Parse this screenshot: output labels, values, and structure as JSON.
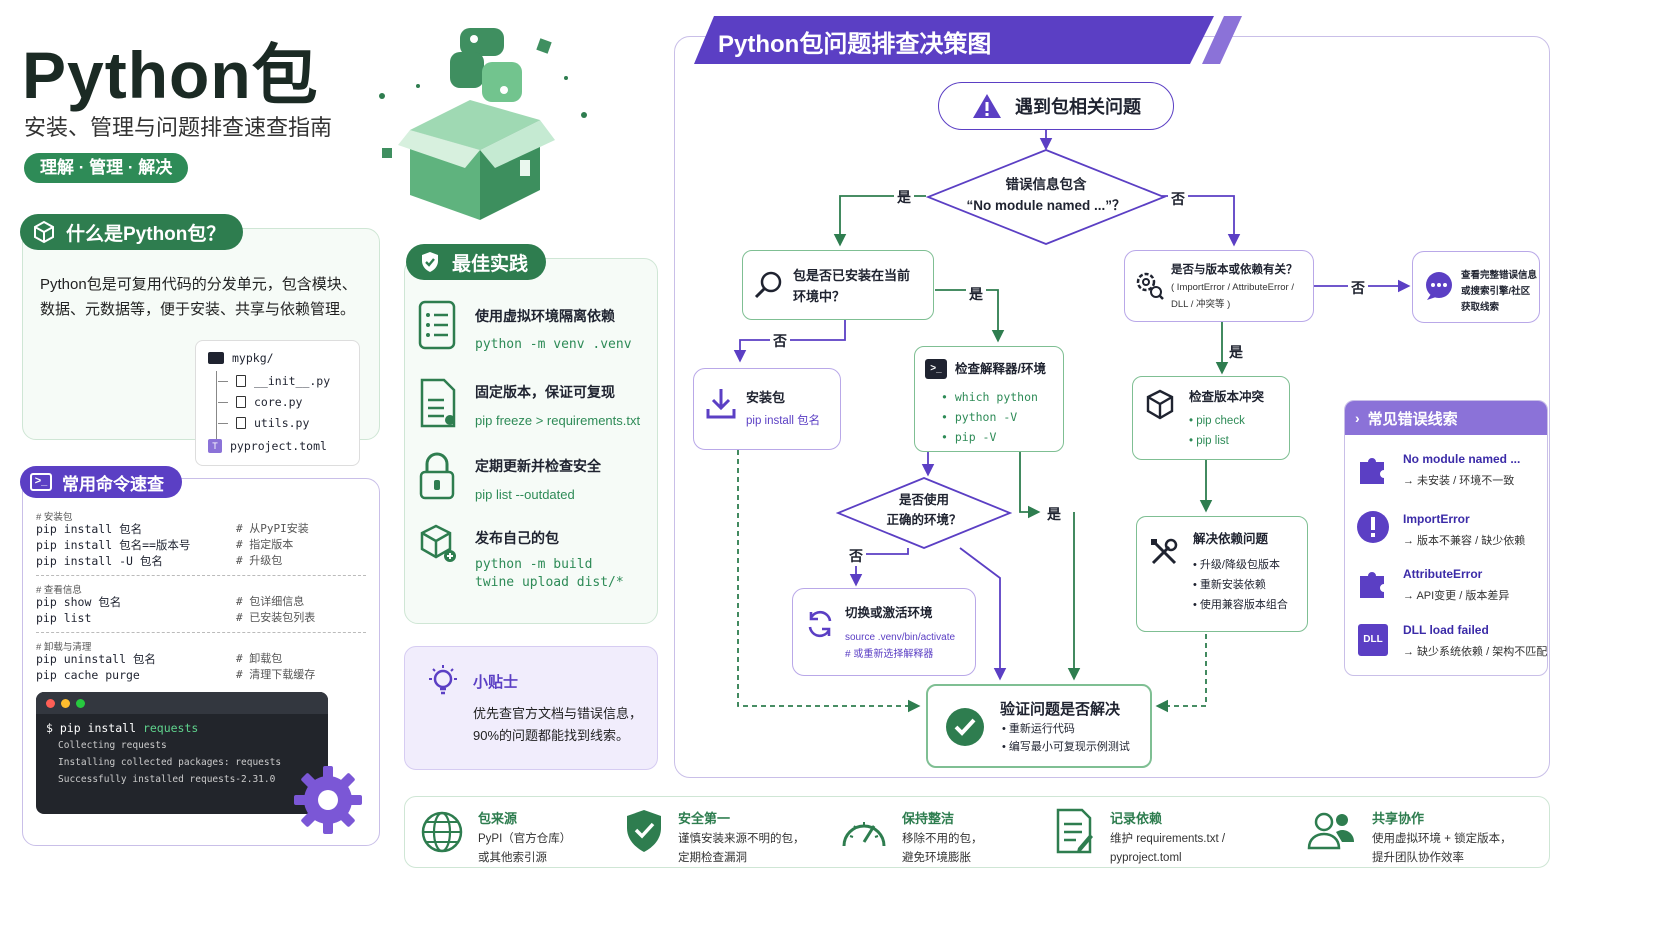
{
  "header": {
    "title": "Python包",
    "subtitle": "安装、管理与问题排查速查指南",
    "tagline": "理解 · 管理 · 解决"
  },
  "what_is": {
    "heading": "什么是Python包？",
    "line1": "Python包是可复用代码的分发单元，包含模块、",
    "line2": "数据、元数据等，便于安装、共享与依赖管理。",
    "tree": [
      "mypkg/",
      "__init__.py",
      "core.py",
      "utils.py",
      "pyproject.toml"
    ]
  },
  "commands": {
    "heading": "常用命令速查",
    "sections": [
      {
        "label": "# 安装包",
        "rows": [
          {
            "cmd": "pip install 包名",
            "note": "# 从PyPI安装"
          },
          {
            "cmd": "pip install 包名==版本号",
            "note": "# 指定版本"
          },
          {
            "cmd": "pip install -U 包名",
            "note": "# 升级包"
          }
        ]
      },
      {
        "label": "# 查看信息",
        "rows": [
          {
            "cmd": "pip show 包名",
            "note": "# 包详细信息"
          },
          {
            "cmd": "pip list",
            "note": "# 已安装包列表"
          }
        ]
      },
      {
        "label": "# 卸载与清理",
        "rows": [
          {
            "cmd": "pip uninstall 包名",
            "note": "# 卸载包"
          },
          {
            "cmd": "pip cache purge",
            "note": "# 清理下载缓存"
          }
        ]
      }
    ],
    "terminal": {
      "prompt": "$ pip install ",
      "pkg": "requests",
      "out1": "Collecting requests",
      "out2": "Installing collected packages: requests",
      "out3": "Successfully installed requests-2.31.0"
    }
  },
  "best_practices": {
    "heading": "最佳实践",
    "items": [
      {
        "title": "使用虚拟环境隔离依赖",
        "code": "python -m venv .venv"
      },
      {
        "title": "固定版本，保证可复现",
        "code": "pip freeze > requirements.txt"
      },
      {
        "title": "定期更新并检查安全",
        "code": "pip list --outdated"
      },
      {
        "title": "发布自己的包",
        "code": "python -m build",
        "code2": "twine upload dist/*"
      }
    ]
  },
  "tip": {
    "heading": "小贴士",
    "line1": "优先查官方文档与错误信息，",
    "line2": "90%的问题都能找到线索。"
  },
  "flow": {
    "banner": "Python包问题排查决策图",
    "start": "遇到包相关问题",
    "d1_line1": "错误信息包含",
    "d1_line2": "“No module named ...”？",
    "yes": "是",
    "no": "否",
    "installed_q1": "包是否已安装在当前",
    "installed_q2": "环境中？",
    "install_title": "安装包",
    "install_cmd": "pip install 包名",
    "check_interp_title": "检查解释器/环境",
    "check_interp_items": [
      "which python",
      "python -V",
      "pip -V"
    ],
    "right_env_q1": "是否使用",
    "right_env_q2": "正确的环境？",
    "switch_title": "切换或激活环境",
    "switch_cmd": "source .venv/bin/activate",
    "switch_note": "# 或重新选择解释器",
    "version_q1": "是否与版本或依赖有关？",
    "version_q2": "( ImportError / AttributeError /",
    "version_q3": "DLL / 冲突等 )",
    "search_line1": "查看完整错误信息",
    "search_line2": "或搜索引擎/社区",
    "search_line3": "获取线索",
    "conflict_title": "检查版本冲突",
    "conflict_items": [
      "pip check",
      "pip list"
    ],
    "resolve_title": "解决依赖问题",
    "resolve_items": [
      "升级/降级包版本",
      "重新安装依赖",
      "使用兼容版本组合"
    ],
    "verify_title": "验证问题是否解决",
    "verify_items": [
      "重新运行代码",
      "编写最小可复现示例测试"
    ]
  },
  "errors": {
    "heading": "常见错误线索",
    "items": [
      {
        "title": "No module named ...",
        "desc": "→ 未安装 / 环境不一致",
        "icon": "puzzle-icon"
      },
      {
        "title": "ImportError",
        "desc": "→ 版本不兼容 / 缺少依赖",
        "icon": "alert-icon"
      },
      {
        "title": "AttributeError",
        "desc": "→ API变更 / 版本差异",
        "icon": "puzzle-icon"
      },
      {
        "title": "DLL load failed",
        "desc": "→ 缺少系统依赖 / 架构不匹配",
        "icon": "dll-icon",
        "badge": "DLL"
      }
    ]
  },
  "footer": [
    {
      "title": "包来源",
      "line1": "PyPI（官方仓库）",
      "line2": "或其他索引源",
      "icon": "globe-icon"
    },
    {
      "title": "安全第一",
      "line1": "谨慎安装来源不明的包，",
      "line2": "定期检查漏洞",
      "icon": "shield-icon"
    },
    {
      "title": "保持整洁",
      "line1": "移除不用的包，",
      "line2": "避免环境膨胀",
      "icon": "gauge-icon"
    },
    {
      "title": "记录依赖",
      "line1": "维护 requirements.txt /",
      "line2": "pyproject.toml",
      "icon": "document-icon"
    },
    {
      "title": "共享协作",
      "line1": "使用虚拟环境 + 锁定版本，",
      "line2": "提升团队协作效率",
      "icon": "people-icon"
    }
  ],
  "colors": {
    "green": "#2e7d4f",
    "purple": "#5b3fc4",
    "light_green": "#e8f5ec",
    "light_purple": "#f1edfc"
  }
}
